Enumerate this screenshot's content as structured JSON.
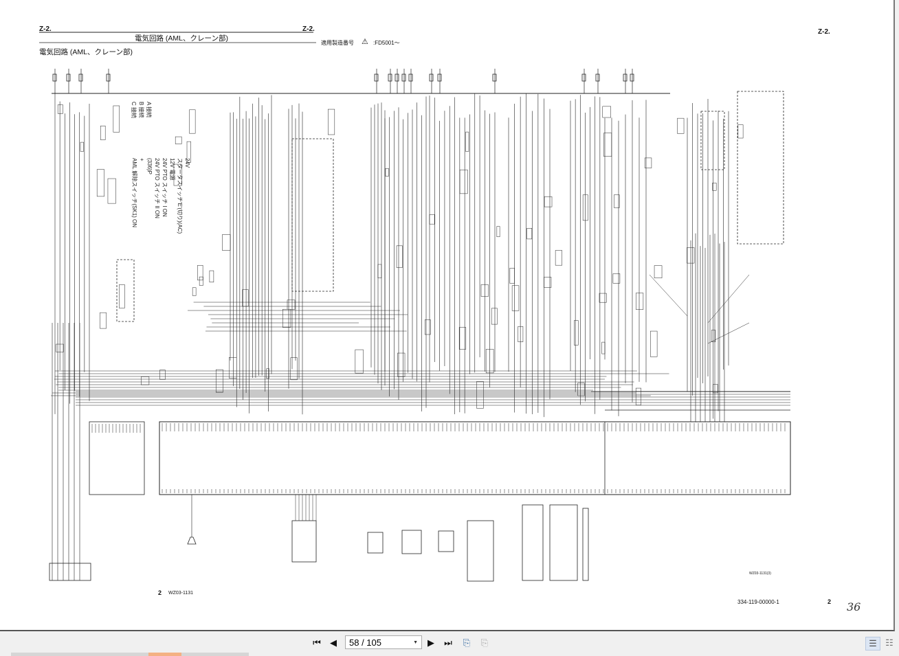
{
  "document": {
    "header_code_left": "Z-2.",
    "header_code_mid": "Z-2.",
    "header_code_right": "Z-2.",
    "header_title": "電気回路 (AML、クレーン部)",
    "section_title": "電気回路 (AML、クレーン部)",
    "serial_label": "適用製造番号",
    "serial_value": ":FD5001～",
    "warning_icon": "warning-triangle-icon",
    "footer_page_left": "2",
    "footer_drawing_left": "WZ03-1131",
    "footer_drawing_right_small": "WZ03-1131(3)",
    "footer_part_number": "334-119-00000-1",
    "footer_page_right": "2",
    "handwritten_note": "36",
    "legend": {
      "connectors": [
        "A 接続",
        "B 接続",
        "C 接続"
      ],
      "lines": [
        "24V",
        "スタータスイッチ'E'(切り)(AC)",
        "12V 電源",
        "24V PTO スイッチ I ON",
        "24V PTO スイッチ II ON",
        "(336)P",
        "+",
        "AML 解除スイッチ(SK1) ON"
      ]
    }
  },
  "toolbar": {
    "first_page_icon": "first-page-icon",
    "prev_page_icon": "previous-page-icon",
    "page_indicator": "58 / 105",
    "next_page_icon": "next-page-icon",
    "last_page_icon": "last-page-icon",
    "rotate_icon": "rotate-page-icon",
    "view_single_icon": "single-page-view-icon",
    "view_continuous_icon": "continuous-view-icon"
  },
  "colors": {
    "toolbar_bg": "#f0f0f0",
    "scroll_thumb": "#f4b183",
    "ink": "#111111"
  }
}
